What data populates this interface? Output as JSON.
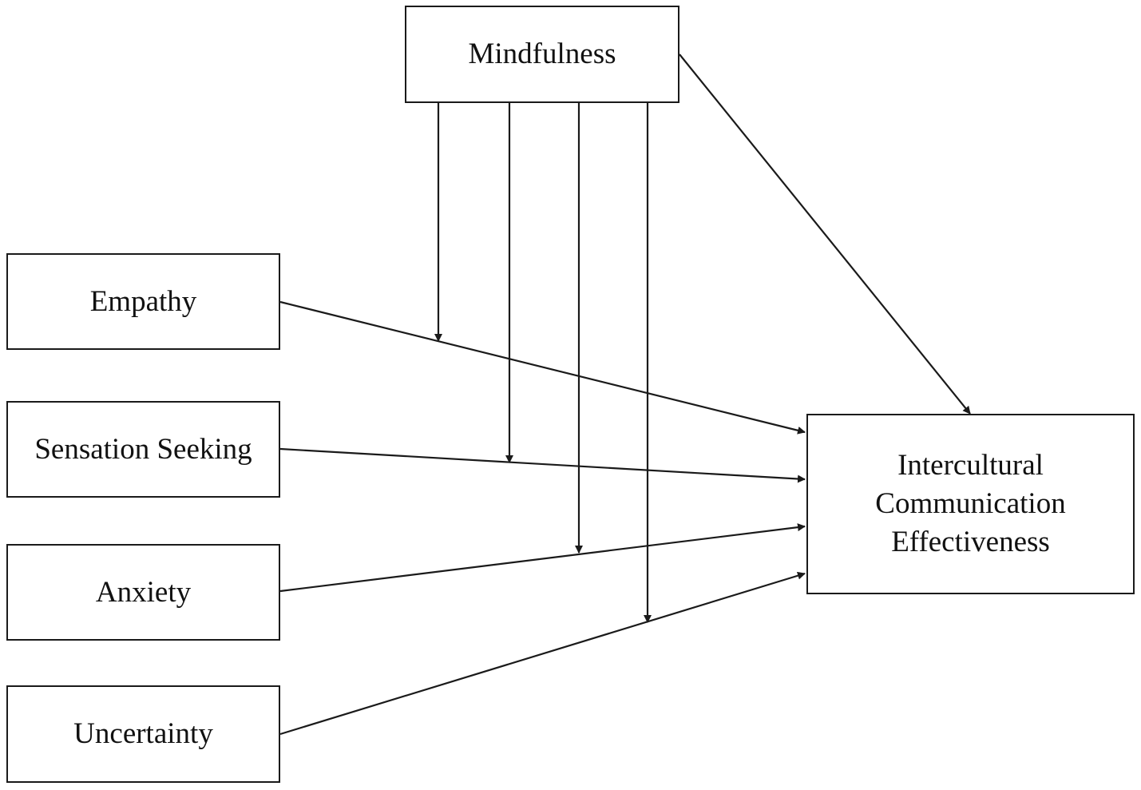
{
  "nodes": {
    "mindfulness": "Mindfulness",
    "empathy": "Empathy",
    "sensation_seeking": "Sensation Seeking",
    "anxiety": "Anxiety",
    "uncertainty": "Uncertainty",
    "outcome": {
      "line1": "Intercultural",
      "line2": "Communication",
      "line3": "Effectiveness"
    }
  },
  "colors": {
    "stroke": "#1a1a1a",
    "text": "#111111",
    "background": "#ffffff"
  }
}
